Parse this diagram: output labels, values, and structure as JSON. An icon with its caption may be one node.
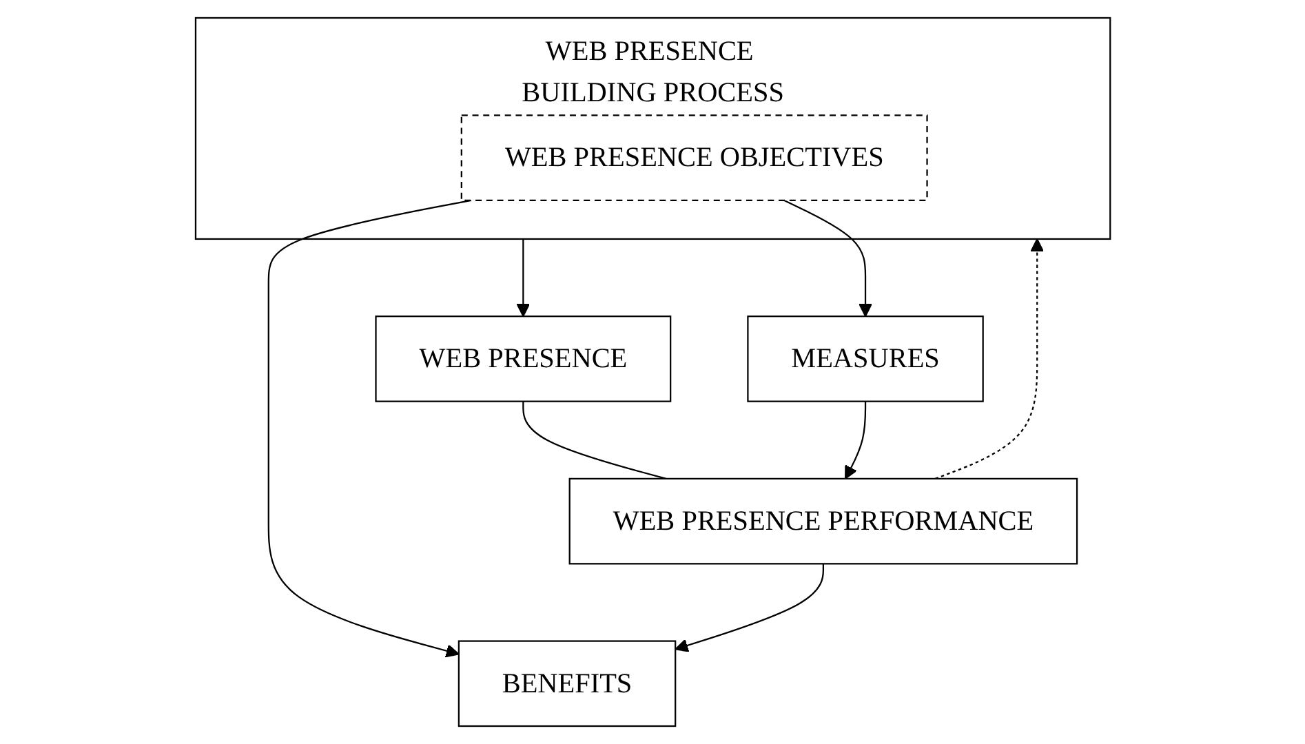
{
  "diagram": {
    "nodes": [
      {
        "text": [
          "WEB PRESENCE BUILDING PROCESS"
        ]
      },
      {
        "text": [
          "WEB PRESENCE OBJECTIVES"
        ],
        "in": 0
      },
      {
        "text": [
          "MEASURES"
        ]
      },
      {
        "text": [
          "BENEFITS"
        ]
      },
      {
        "text": [
          "WEB PRESENCE"
        ]
      },
      {
        "text": [
          "WEB PRESENCE PERFORMANCE"
        ]
      }
    ],
    "edges": [
      {
        "from": 1,
        "to": 2,
        "arrow": "to"
      },
      {
        "from": 1,
        "to": 3,
        "arrow": "to"
      },
      {
        "from": 0,
        "to": 4,
        "arrow": "to"
      },
      {
        "from": 4,
        "to": 5,
        "arrow": "none"
      },
      {
        "from": 5,
        "to": 0,
        "arrow": "to",
        "style": "dashed"
      },
      {
        "from": 2,
        "to": 5,
        "arrow": "to"
      },
      {
        "from": 5,
        "to": 3,
        "arrow": "to"
      }
    ]
  }
}
